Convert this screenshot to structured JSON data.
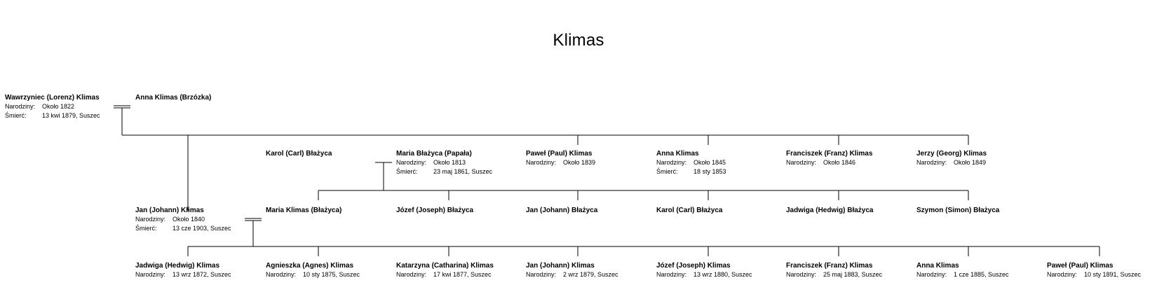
{
  "title": "Klimas",
  "labels": {
    "birth": "Narodziny:",
    "death": "Śmierć:"
  },
  "gen1": {
    "husband": {
      "name": "Wawrzyniec (Lorenz) Klimas",
      "birth": "Około 1822",
      "death": "13 kwi 1879, Suszec"
    },
    "wife": {
      "name": "Anna Klimas (Brzózka)"
    }
  },
  "gen2": {
    "karol": {
      "name": "Karol (Carl) Błażyca"
    },
    "maria": {
      "name": "Maria Błażyca (Papała)",
      "birth": "Około 1813",
      "death": "23 maj 1861, Suszec"
    },
    "pawel": {
      "name": "Paweł (Paul) Klimas",
      "birth": "Około 1839"
    },
    "anna": {
      "name": "Anna Klimas",
      "birth": "Około 1845",
      "death": "18 sty 1853"
    },
    "franciszek": {
      "name": "Franciszek (Franz) Klimas",
      "birth": "Około 1846"
    },
    "jerzy": {
      "name": "Jerzy (Georg) Klimas",
      "birth": "Około 1849"
    }
  },
  "gen3": {
    "jan": {
      "name": "Jan (Johann) Klimas",
      "birth": "Około 1840",
      "death": "13 cze 1903, Suszec"
    },
    "maria": {
      "name": "Maria Klimas (Błażyca)"
    },
    "jozef": {
      "name": "Józef (Joseph) Błażyca"
    },
    "jan2": {
      "name": "Jan (Johann) Błażyca"
    },
    "karol": {
      "name": "Karol (Carl) Błażyca"
    },
    "jadwiga": {
      "name": "Jadwiga (Hedwig) Błażyca"
    },
    "szymon": {
      "name": "Szymon (Simon) Błażyca"
    }
  },
  "gen4": {
    "jadwiga": {
      "name": "Jadwiga (Hedwig) Klimas",
      "birth": "13 wrz 1872, Suszec"
    },
    "agnieszka": {
      "name": "Agnieszka (Agnes) Klimas",
      "birth": "10 sty 1875, Suszec"
    },
    "katarzyna": {
      "name": "Katarzyna (Catharina) Klimas",
      "birth": "17 kwi 1877, Suszec"
    },
    "jan": {
      "name": "Jan (Johann) Klimas",
      "birth": "2 wrz 1879, Suszec"
    },
    "jozef": {
      "name": "Józef (Joseph) Klimas",
      "birth": "13 wrz 1880, Suszec"
    },
    "franciszek": {
      "name": "Franciszek (Franz) Klimas",
      "birth": "25 maj 1883, Suszec"
    },
    "anna": {
      "name": "Anna Klimas",
      "birth": "1 cze 1885, Suszec"
    },
    "pawel": {
      "name": "Paweł (Paul) Klimas",
      "birth": "10 sty 1891, Suszec"
    }
  }
}
